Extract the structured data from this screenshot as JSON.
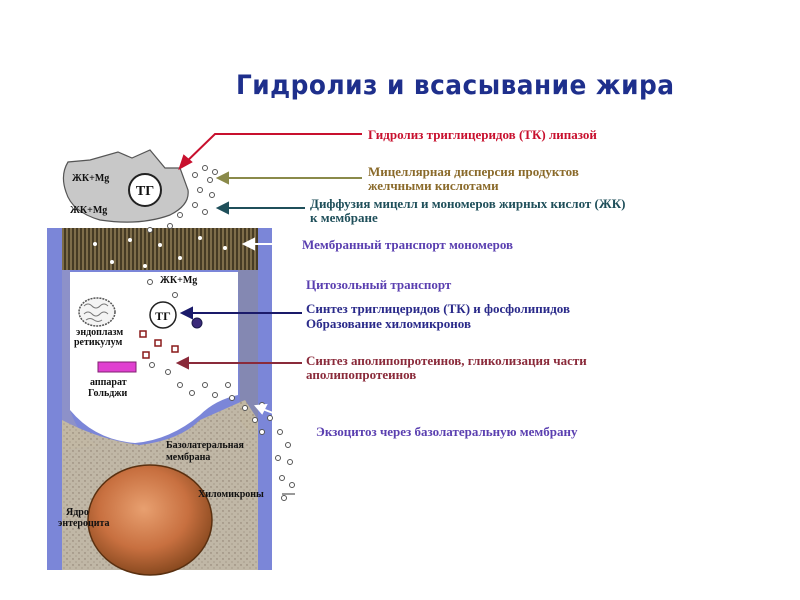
{
  "title": "Гидролиз и всасывание жира",
  "labels": {
    "hydrolysis": "Гидролиз триглицеридов (ТК) липазой",
    "micellar_1": "Мицеллярная дисперсия продуктов",
    "micellar_2": "желчными кислотами",
    "diffusion_1": "Диффузия мицелл и мономеров жирных кислот (ЖК)",
    "diffusion_2": "к мембране",
    "membrane_transport": "Мембранный транспорт мономеров",
    "cytosol_transport": "Цитозольный транспорт",
    "synthesis_1": "Синтез триглицеридов (ТК) и фосфолипидов",
    "synthesis_2": "Образование хиломикронов",
    "apolipo_1": "Синтез аполипопротеинов, гликолизация части",
    "apolipo_2": "аполипопротеинов",
    "exocytosis": "Экзоцитоз через базолатеральную мембрану"
  },
  "cell_labels": {
    "fa_mg_1": "ЖК+Mg",
    "fa_mg_2": "ЖК+Mg",
    "fa_mg_3": "ЖК+Mg",
    "tg_1": "ТГ",
    "tg_2": "ТГ",
    "er_1": "эндоплазм",
    "er_2": "ретикулум",
    "golgi_1": "аппарат",
    "golgi_2": "Гольджи",
    "baso_1": "Базолатеральная",
    "baso_2": "мембрана",
    "chylo": "Хиломикроны",
    "nucleus_1": "Ядро",
    "nucleus_2": "энтероцита"
  },
  "colors": {
    "title": "#1e2f8c",
    "hydrolysis": "#c8102e",
    "micellar": "#8a6a2a",
    "diffusion": "#1f4f5a",
    "membrane": "#5a3fb0",
    "cytosol": "#5a3fb0",
    "synthesis": "#2a2a8a",
    "apolipo": "#8a2a3a",
    "exocytosis": "#5a3fb0",
    "cell_bg": "#7b86d8",
    "golgi": "#e040d0"
  }
}
